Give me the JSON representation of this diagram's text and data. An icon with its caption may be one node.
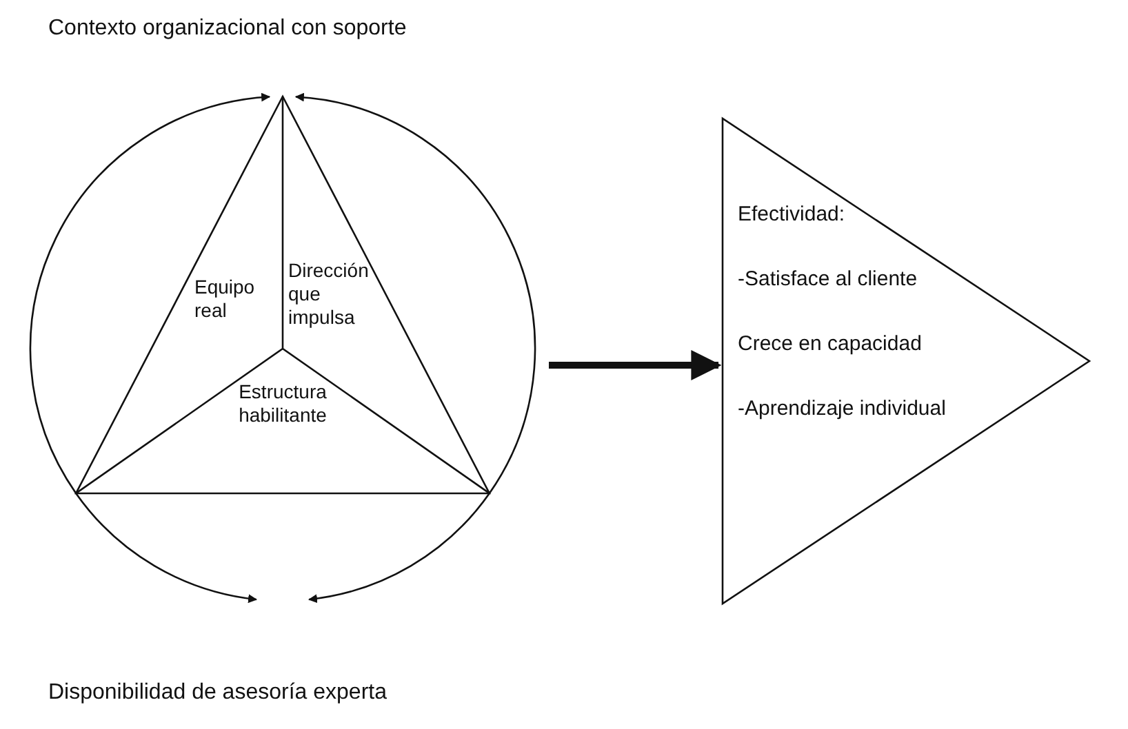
{
  "diagram": {
    "nodes": [
      {
        "text": [],
        "shape": "circle"
      },
      {
        "text": [
          "Equipo real"
        ],
        "in": 0
      },
      {
        "text": [
          "Dirección que impulsa"
        ],
        "in": 0
      },
      {
        "text": [
          "Estructura habilitante"
        ],
        "in": 0
      },
      {
        "text": [
          "Efectividad:",
          "-Satisface al cliente",
          "Crece en capacidad",
          "-Aprendizaje individual"
        ]
      }
    ],
    "edges": [
      {
        "from": 0,
        "to": 4,
        "arrow": "to"
      }
    ],
    "labels": [
      "Contexto organizacional con soporte",
      "Disponibilidad de asesoría experta"
    ]
  }
}
